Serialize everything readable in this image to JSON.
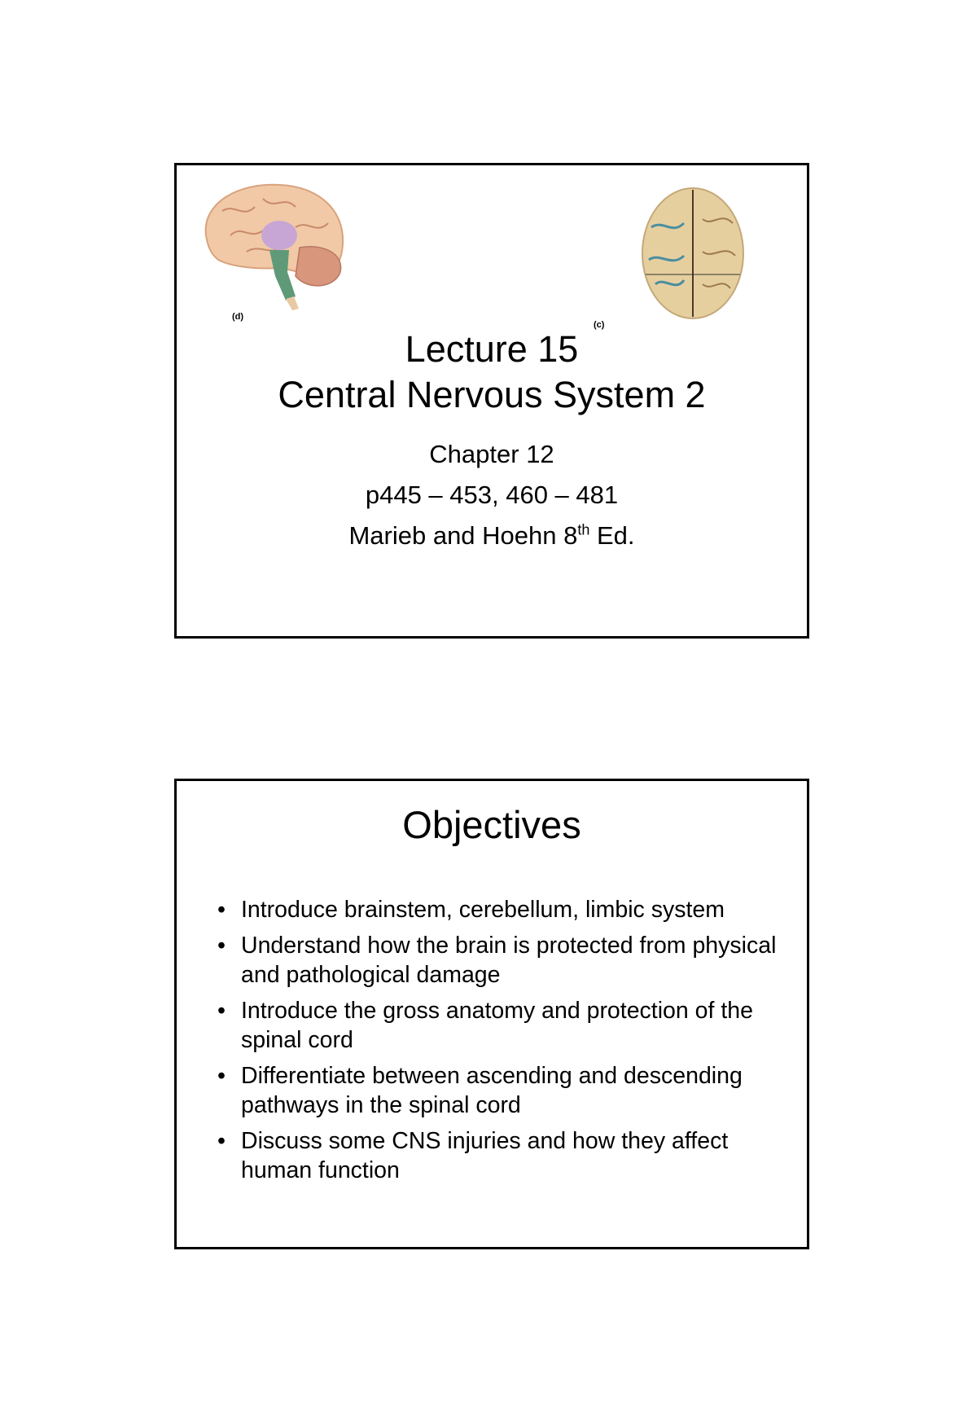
{
  "slides": [
    {
      "title_line1": "Lecture 15",
      "title_line2": "Central Nervous System 2",
      "chapter": "Chapter 12",
      "pages": "p445 – 453, 460 – 481",
      "textbook": "Marieb and Hoehn 8",
      "textbook_sup": "th",
      "textbook_suffix": " Ed.",
      "figure_labels": [
        "(d)",
        "(c)"
      ],
      "figures": [
        "brain-lateral-view",
        "brain-superior-view"
      ]
    },
    {
      "title": "Objectives",
      "bullets": [
        "Introduce brainstem, cerebellum, limbic system",
        "Understand how the brain is protected from physical and pathological damage",
        "Introduce the gross anatomy and protection of the spinal cord",
        "Differentiate between ascending and descending pathways in the spinal cord",
        "Discuss some CNS injuries and how they affect human function"
      ]
    }
  ]
}
